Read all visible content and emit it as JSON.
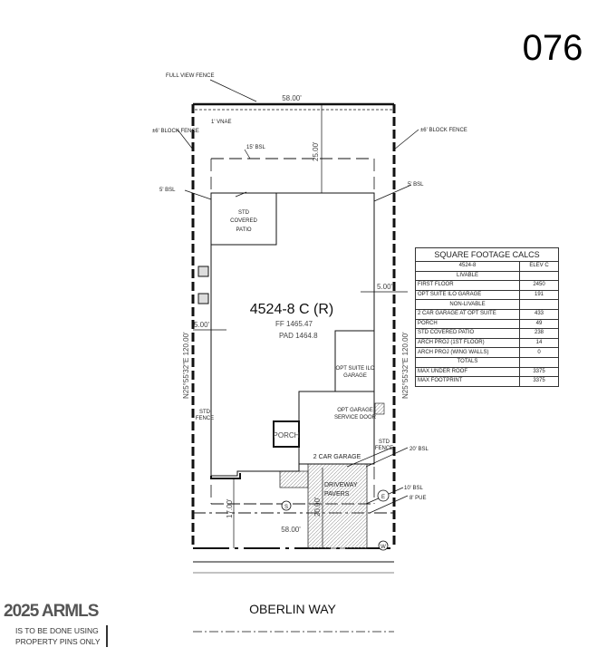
{
  "lot_number": "076",
  "plan": {
    "title": "4524-8 C (R)",
    "ff": "FF 1465.47",
    "pad": "PAD 1464.8"
  },
  "labels": {
    "full_view_fence": "FULL VIEW FENCE",
    "block_fence_left": "±6' BLOCK FENCE",
    "block_fence_right": "±6' BLOCK FENCE",
    "vnae": "1' VNAE",
    "bsl_15": "15' BSL",
    "bsl_5_left": "5' BSL",
    "bsl_5_right": "5' BSL",
    "patio": [
      "STD",
      "COVERED",
      "PATIO"
    ],
    "opt_suite": [
      "OPT SUITE ILO",
      "GARAGE"
    ],
    "opt_garage_door": [
      "OPT GARAGE",
      "SERVICE DOOR"
    ],
    "std_fence_left": [
      "STD",
      "FENCE"
    ],
    "std_fence_right": [
      "STD",
      "FENCE"
    ],
    "porch": "PORCH",
    "garage": "2 CAR GARAGE",
    "bsl_20": "20' BSL",
    "driveway": [
      "DRIVEWAY",
      "PAVERS"
    ],
    "bsl_10": "10' BSL",
    "pue": "8' PUE",
    "sewer": "S",
    "electric": "E",
    "water": "W"
  },
  "dimensions": {
    "top": "58.00'",
    "bottom": "58.00'",
    "rear": "25.00'",
    "side_left": "5.00'",
    "side_right": "5.00'",
    "bearing_left": "N25°55'32\"E   120.00'",
    "bearing_right": "N25°55'32\"E   120.00'",
    "front": "17.00'",
    "driveway": "20.00'"
  },
  "street": "OBERLIN WAY",
  "note": [
    "IS TO BE DONE USING",
    "PROPERTY PINS ONLY"
  ],
  "watermark": "2025 ARMLS",
  "sqft_table": {
    "title": "SQUARE FOOTAGE CALCS",
    "plan": "4524-8",
    "elev": "ELEV C",
    "sections": {
      "livable": "LIVABLE",
      "non_livable": "NON-LIVABLE",
      "totals": "TOTALS"
    },
    "rows": [
      {
        "label": "FIRST FLOOR",
        "value": "2450"
      },
      {
        "label": "OPT SUITE ILO GARAGE",
        "value": "191"
      },
      {
        "label": "2 CAR GARAGE AT OPT SUITE",
        "value": "433"
      },
      {
        "label": "PORCH",
        "value": "49"
      },
      {
        "label": "STD COVERED PATIO",
        "value": "238"
      },
      {
        "label": "ARCH PROJ (1ST FLOOR)",
        "value": "14"
      },
      {
        "label": "ARCH PROJ (WING WALLS)",
        "value": "0"
      },
      {
        "label": "MAX UNDER ROOF",
        "value": "3375"
      },
      {
        "label": "MAX FOOTPRINT",
        "value": "3375"
      }
    ]
  }
}
